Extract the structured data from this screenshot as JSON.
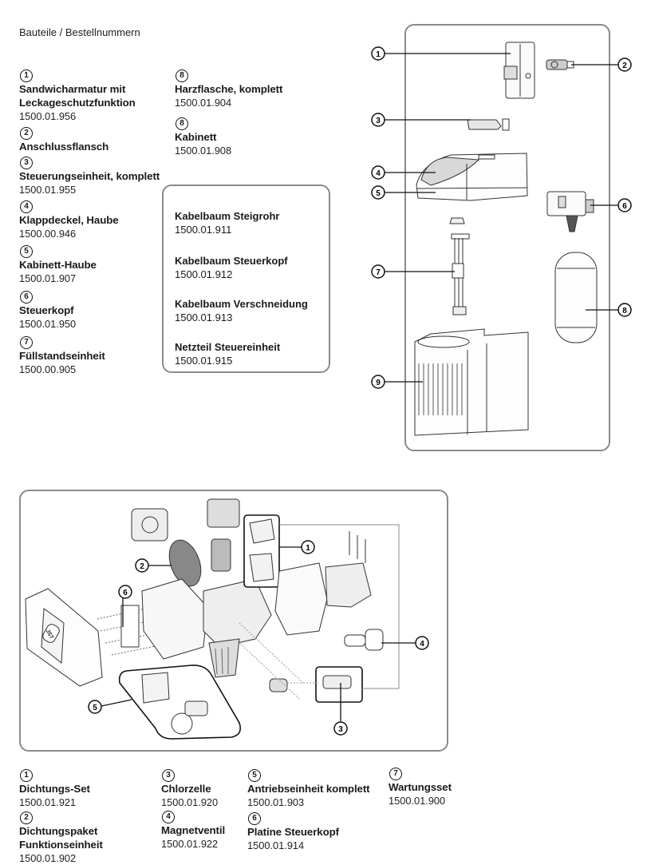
{
  "title": "Bauteile / Bestellnummern",
  "parts_top": [
    {
      "num": "1",
      "name": "Sandwicharmatur mit",
      "name2": "Leckageschutzfunktion",
      "code": "1500.01.956"
    },
    {
      "num": "2",
      "name": "Anschlussflansch",
      "code": ""
    },
    {
      "num": "3",
      "name": "Steuerungseinheit, komplett",
      "code": "1500.01.955"
    },
    {
      "num": "4",
      "name": "Klappdeckel, Haube",
      "code": "1500.00.946"
    },
    {
      "num": "5",
      "name": "Kabinett-Haube",
      "code": "1500.01.907"
    },
    {
      "num": "6",
      "name": "Steuerkopf",
      "code": "1500.01.950"
    },
    {
      "num": "7",
      "name": "Füllstandseinheit",
      "code": "1500.00.905"
    },
    {
      "num": "8",
      "name": "Harzflasche, komplett",
      "code": "1500.01.904"
    },
    {
      "num": "8",
      "name": "Kabinett",
      "code": "1500.01.908"
    }
  ],
  "cable_box": [
    {
      "name": "Kabelbaum Steigrohr",
      "code": "1500.01.911"
    },
    {
      "name": "Kabelbaum Steuerkopf",
      "code": "1500.01.912"
    },
    {
      "name": "Kabelbaum Verschneidung",
      "code": "1500.01.913"
    },
    {
      "name": "Netzteil Steuereinheit",
      "code": "1500.01.915"
    }
  ],
  "diagram_top": {
    "callouts": [
      "1",
      "2",
      "3",
      "4",
      "5",
      "6",
      "7",
      "8",
      "9"
    ]
  },
  "diagram_bottom": {
    "callouts": [
      "1",
      "2",
      "3",
      "4",
      "5",
      "6"
    ],
    "logo": "JST"
  },
  "parts_bottom": [
    {
      "num": "1",
      "name": "Dichtungs-Set",
      "code": "1500.01.921"
    },
    {
      "num": "2",
      "name": "Dichtungspaket",
      "name2": "Funktionseinheit",
      "code": "1500.01.902"
    },
    {
      "num": "3",
      "name": "Chlorzelle",
      "code": "1500.01.920"
    },
    {
      "num": "4",
      "name": "Magnetventil",
      "code": "1500.01.922"
    },
    {
      "num": "5",
      "name": "Antriebseinheit komplett",
      "code": "1500.01.903"
    },
    {
      "num": "6",
      "name": "Platine Steuerkopf",
      "code": "1500.01.914"
    },
    {
      "num": "7",
      "name": "Wartungsset",
      "code": "1500.01.900"
    }
  ]
}
